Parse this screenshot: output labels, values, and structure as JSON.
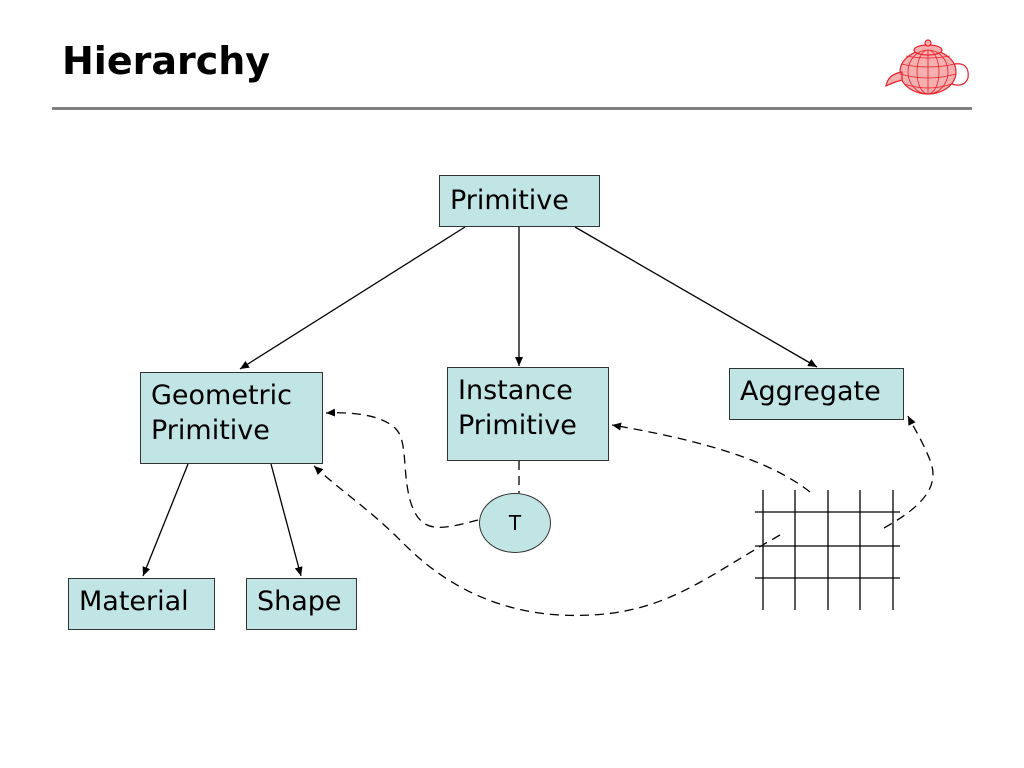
{
  "slide": {
    "title": "Hierarchy"
  },
  "nodes": {
    "primitive": {
      "label": "Primitive"
    },
    "geometric": {
      "line1": "Geometric",
      "line2": "Primitive"
    },
    "instance": {
      "line1": "Instance",
      "line2": "Primitive"
    },
    "aggregate": {
      "label": "Aggregate"
    },
    "material": {
      "label": "Material"
    },
    "shape": {
      "label": "Shape"
    },
    "transform": {
      "label": "T"
    }
  },
  "colors": {
    "node_fill": "#c1e4e4",
    "logo": "#e8202a",
    "rule": "#808080"
  },
  "icons": {
    "logo": "teapot-icon"
  }
}
